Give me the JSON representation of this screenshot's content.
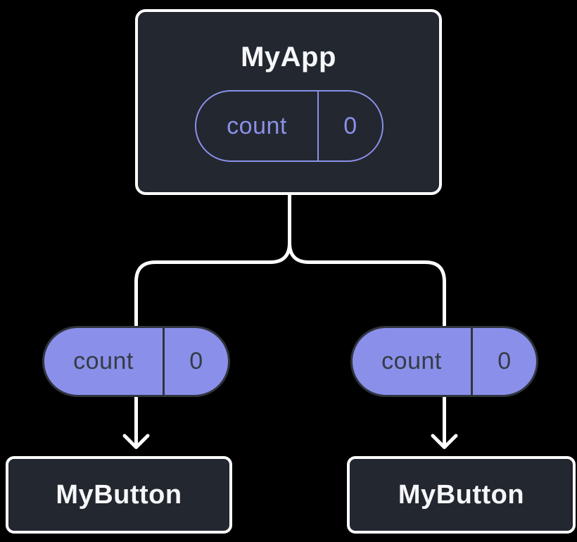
{
  "diagram": {
    "type": "component-tree",
    "background": "#000000",
    "colors": {
      "node_bg": "#23272f",
      "node_border": "#ffffff",
      "accent": "#8a90e9",
      "pill_text_dark": "#353b46",
      "pill_border_dark": "#30343d",
      "text_light": "#f6f7f9",
      "connector": "#ffffff"
    },
    "root": {
      "title": "MyApp",
      "state": {
        "name": "count",
        "value": "0"
      }
    },
    "children": [
      {
        "title": "MyButton",
        "prop": {
          "name": "count",
          "value": "0"
        }
      },
      {
        "title": "MyButton",
        "prop": {
          "name": "count",
          "value": "0"
        }
      }
    ]
  }
}
